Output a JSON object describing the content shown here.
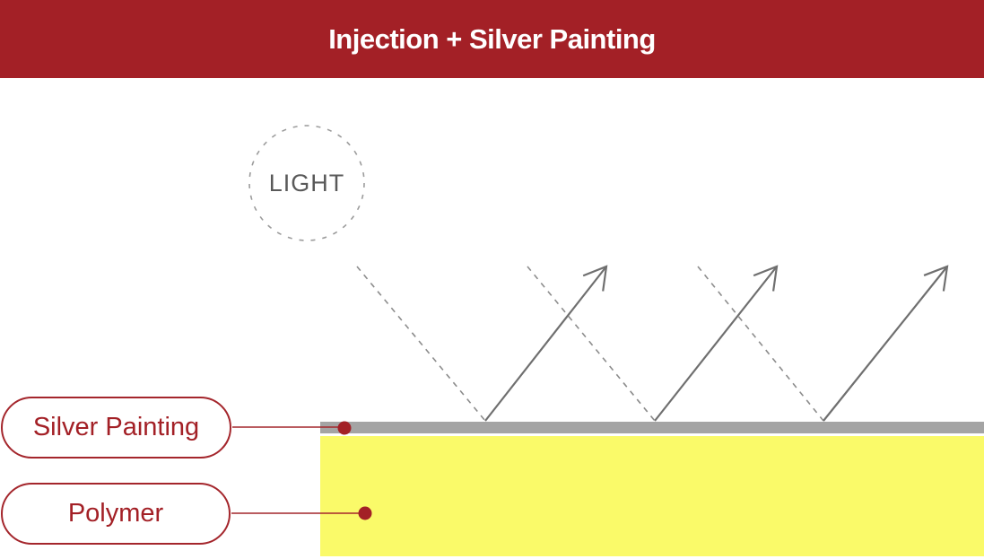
{
  "header": {
    "title": "Injection + Silver Painting"
  },
  "diagram": {
    "light": {
      "label": "LIGHT"
    },
    "layers": [
      {
        "id": "silver-painting",
        "label": "Silver Painting",
        "color": "#a4a4a4"
      },
      {
        "id": "polymer",
        "label": "Polymer",
        "color": "#fafa69"
      }
    ],
    "rays": {
      "incident_dashed": 3,
      "reflected_solid": 3
    },
    "colors": {
      "accent_red": "#a32026",
      "pill_border_red": "#a4262c",
      "ray_solid_gray": "#6f6f6f",
      "ray_dashed_gray": "#8c8c8c",
      "light_circle_gray": "#9c9c9c",
      "light_text_gray": "#595959",
      "header_text": "#ffffff"
    }
  }
}
